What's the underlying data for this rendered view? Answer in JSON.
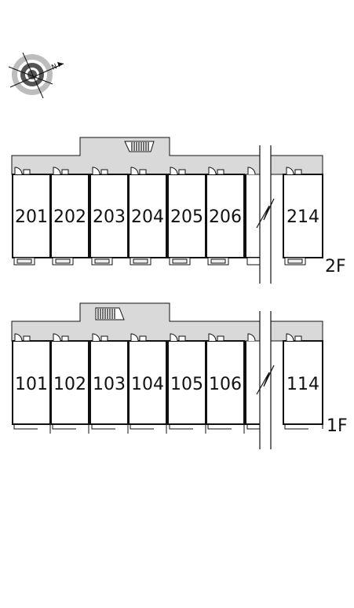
{
  "compass": {
    "icon": "compass-north-icon",
    "north_label": "N"
  },
  "floors": [
    {
      "label": "2F",
      "units": [
        "201",
        "202",
        "203",
        "204",
        "205",
        "206",
        "214"
      ],
      "stairs_icon": "stairs-icon"
    },
    {
      "label": "1F",
      "units": [
        "101",
        "102",
        "103",
        "104",
        "105",
        "106",
        "114"
      ],
      "stairs_icon": "stairs-icon"
    }
  ],
  "colors": {
    "corridor": "#d9d9d9",
    "line": "#111111",
    "background": "#ffffff"
  }
}
